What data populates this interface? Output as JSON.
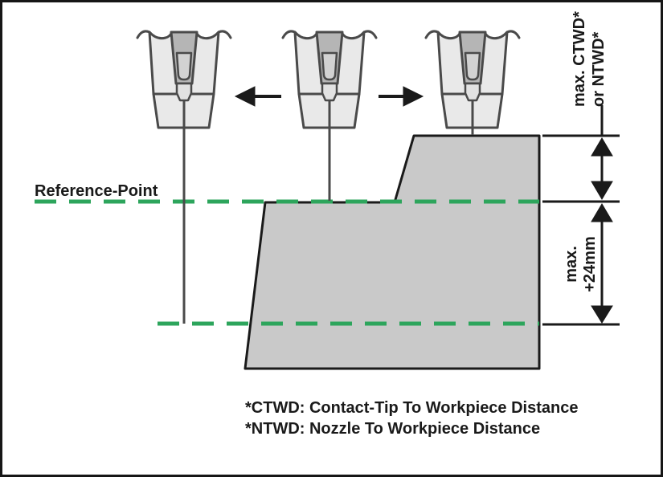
{
  "labels": {
    "reference_point": "Reference-Point",
    "upper_dimension_line1": "max. CTWD*",
    "upper_dimension_line2": "or NTWD*",
    "lower_dimension_line1": "max.",
    "lower_dimension_line2": "+24mm",
    "legend_ctwd": "*CTWD: Contact-Tip To Workpiece Distance",
    "legend_ntwd": "*NTWD: Nozzle To Workpiece Distance"
  },
  "colors": {
    "green_dashed_line": "#2da55c",
    "workpiece_fill": "#c9c9c9",
    "line_black": "#1a1a1a",
    "torch_outline": "#4a4a4a"
  },
  "icons": {
    "torch": "welding-torch-icon",
    "move_left": "arrow-left-icon",
    "move_right": "arrow-right-icon",
    "upper_dimension": "double-headed-vertical-arrow-icon",
    "lower_dimension": "double-headed-vertical-arrow-icon"
  }
}
